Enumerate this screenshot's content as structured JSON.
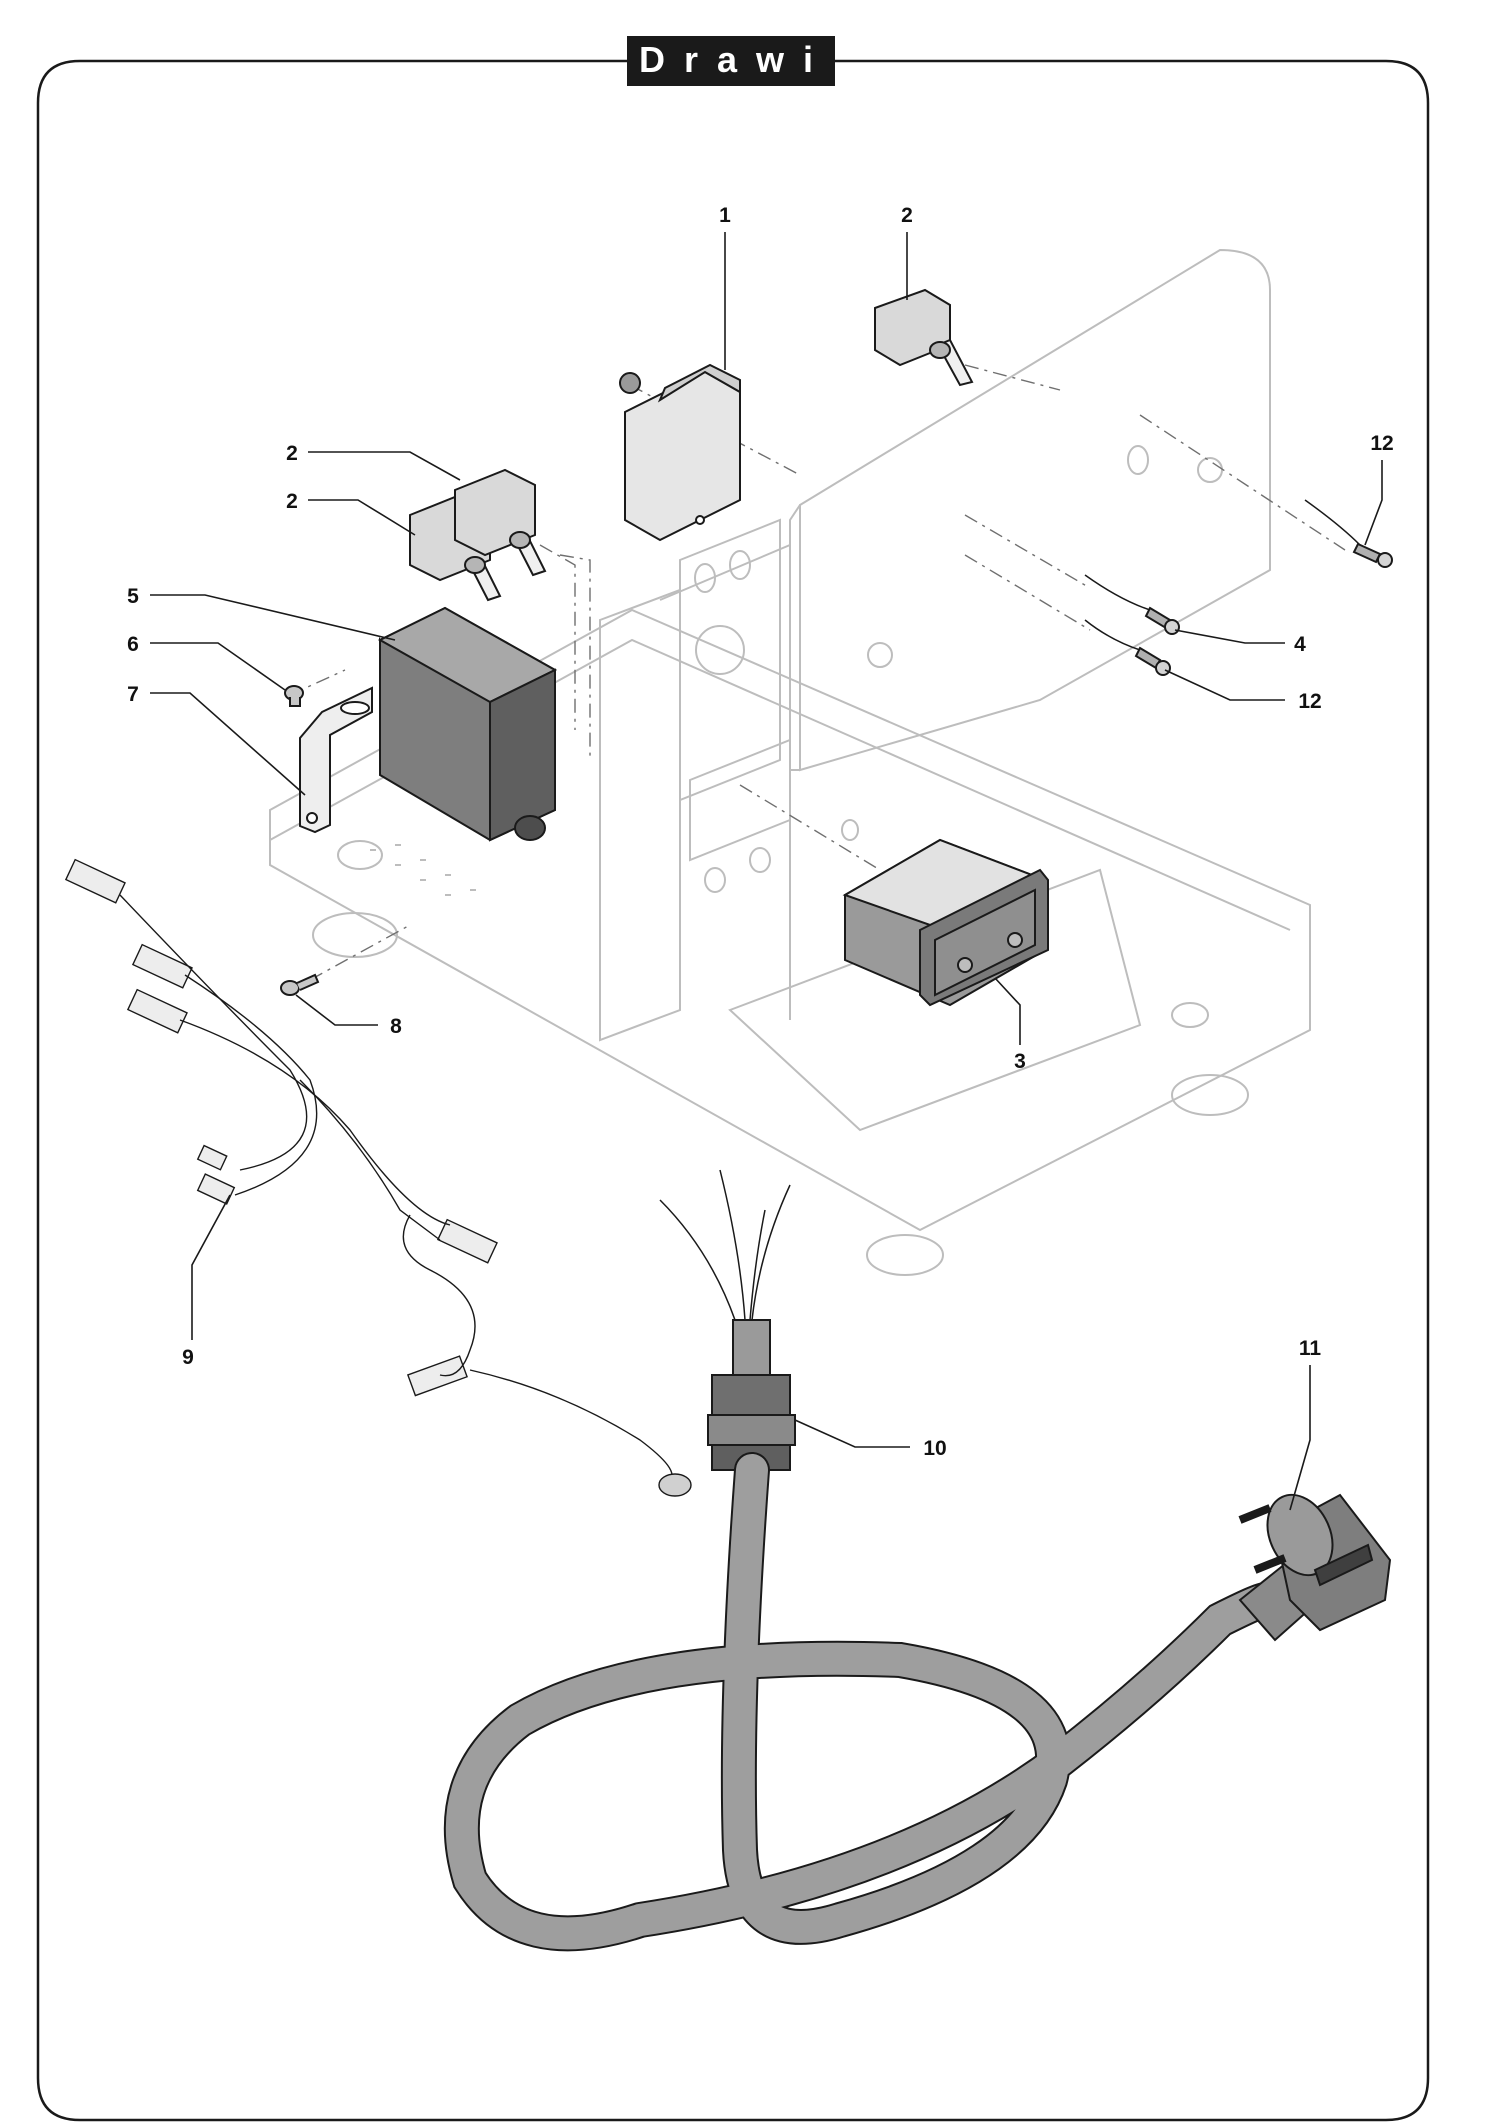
{
  "title": "Drawing",
  "callouts": {
    "n1": "1",
    "n2a": "2",
    "n2b": "2",
    "n2c": "2",
    "n3": "3",
    "n4": "4",
    "n5": "5",
    "n6": "6",
    "n7": "7",
    "n8": "8",
    "n9": "9",
    "n10": "10",
    "n11": "11",
    "n12a": "12",
    "n12b": "12"
  },
  "colors": {
    "frame_line": "#1a1a1a",
    "ghost_line": "#bdbdbd",
    "part_dark": "#7d7d7d",
    "part_mid": "#a9a9a9",
    "part_light": "#d6d6d6",
    "cable": "#9e9e9e"
  }
}
